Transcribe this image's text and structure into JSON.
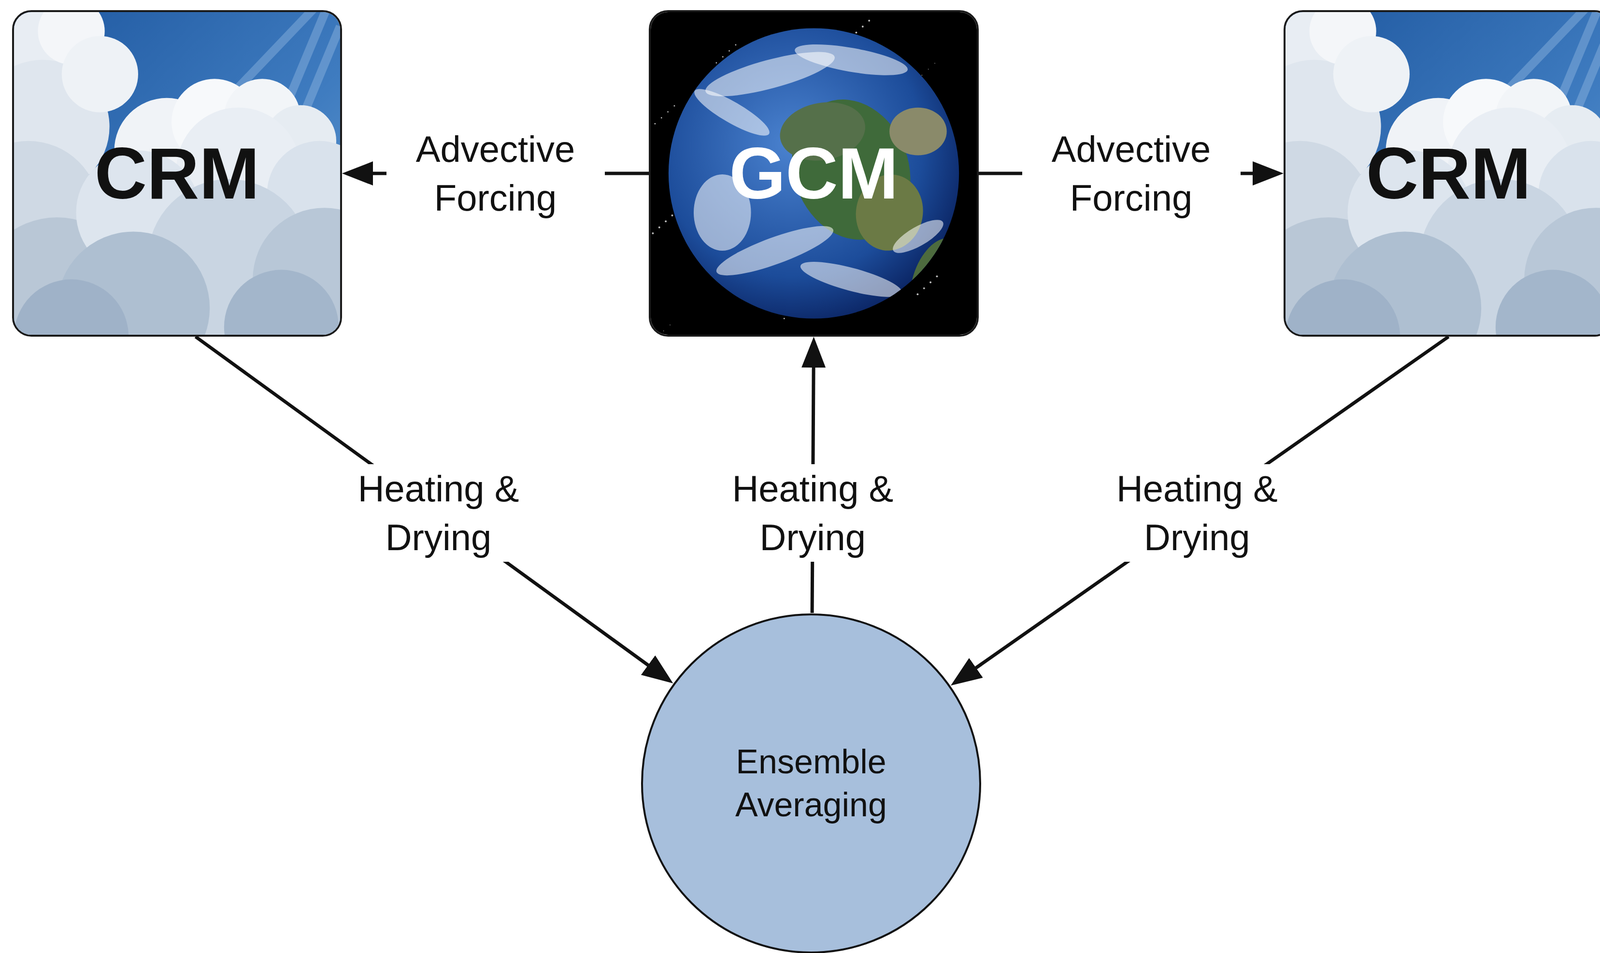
{
  "diagram": {
    "nodes": [
      {
        "text": [
          "CRM"
        ]
      },
      {
        "text": [
          "GCM"
        ]
      },
      {
        "text": [
          "CRM"
        ]
      },
      {
        "text": [
          "Ensemble Averaging"
        ]
      }
    ],
    "edges": [
      {
        "from": 1,
        "to": 0,
        "arrow": "to",
        "label": "Advective Forcing"
      },
      {
        "from": 1,
        "to": 2,
        "arrow": "to",
        "label": "Advective Forcing"
      },
      {
        "from": 0,
        "to": 3,
        "arrow": "to",
        "label": "Heating & Drying"
      },
      {
        "from": 3,
        "to": 1,
        "arrow": "to",
        "label": "Heating & Drying"
      },
      {
        "from": 2,
        "to": 3,
        "arrow": "to",
        "label": "Heating & Drying"
      }
    ]
  }
}
